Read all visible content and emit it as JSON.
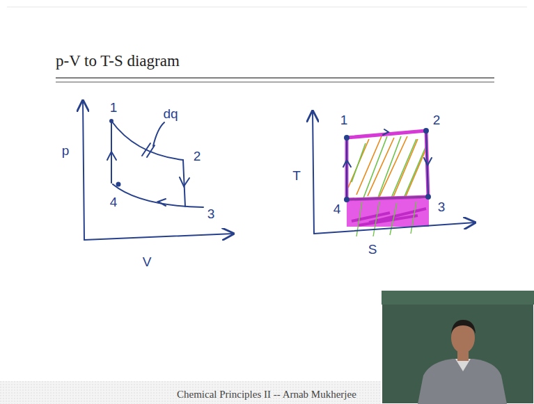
{
  "diagram": {
    "title": "p-V to T-S diagram",
    "labels": [
      "p",
      "1",
      "dq",
      "2",
      "4",
      "3",
      "V",
      "T",
      "1",
      "2",
      "4",
      "3",
      "S",
      "Chemical Principles II -- Arnab Mukherjee"
    ]
  }
}
